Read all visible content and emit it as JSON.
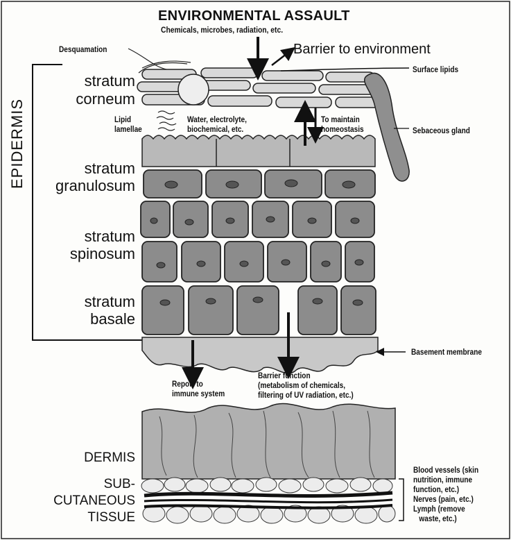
{
  "title": "ENVIRONMENTAL ASSAULT",
  "subtitle": "Chemicals, microbes, radiation, etc.",
  "barrier_to_environment": "Barrier to environment",
  "desquamation": "Desquamation",
  "surface_lipids": "Surface lipids",
  "sebaceous_gland": "Sebaceous gland",
  "lipid_lamellae": [
    "Lipid",
    "lamellae"
  ],
  "water_loss": [
    "Water, electrolyte,",
    "biochemical, etc."
  ],
  "homeostasis": [
    "To maintain",
    "homeostasis"
  ],
  "epidermis": "EPIDERMIS",
  "layers": {
    "corneum": [
      "stratum",
      "corneum"
    ],
    "granulosum": [
      "stratum",
      "granulosum"
    ],
    "spinosum": [
      "stratum",
      "spinosum"
    ],
    "basale": [
      "stratum",
      "basale"
    ]
  },
  "basement_membrane": "Basement membrane",
  "report_immune": [
    "Report to",
    "immune system"
  ],
  "barrier_function": [
    "Barrier function",
    "(metabolism of chemicals,",
    "filtering of UV radiation, etc.)"
  ],
  "dermis": "DERMIS",
  "subcutaneous": [
    "SUB-",
    "CUTANEOUS",
    "TISSUE"
  ],
  "vessels": [
    "Blood vessels (skin",
    "nutrition, immune",
    "function, etc.)",
    "Nerves (pain, etc.)",
    "Lymph (remove",
    "waste, etc.)"
  ],
  "colors": {
    "ink": "#111111",
    "cell": "#8a8a8a",
    "corneum": "#cfcfcf",
    "dermis": "#b3b3b3",
    "fat": "#e6e6e6"
  }
}
